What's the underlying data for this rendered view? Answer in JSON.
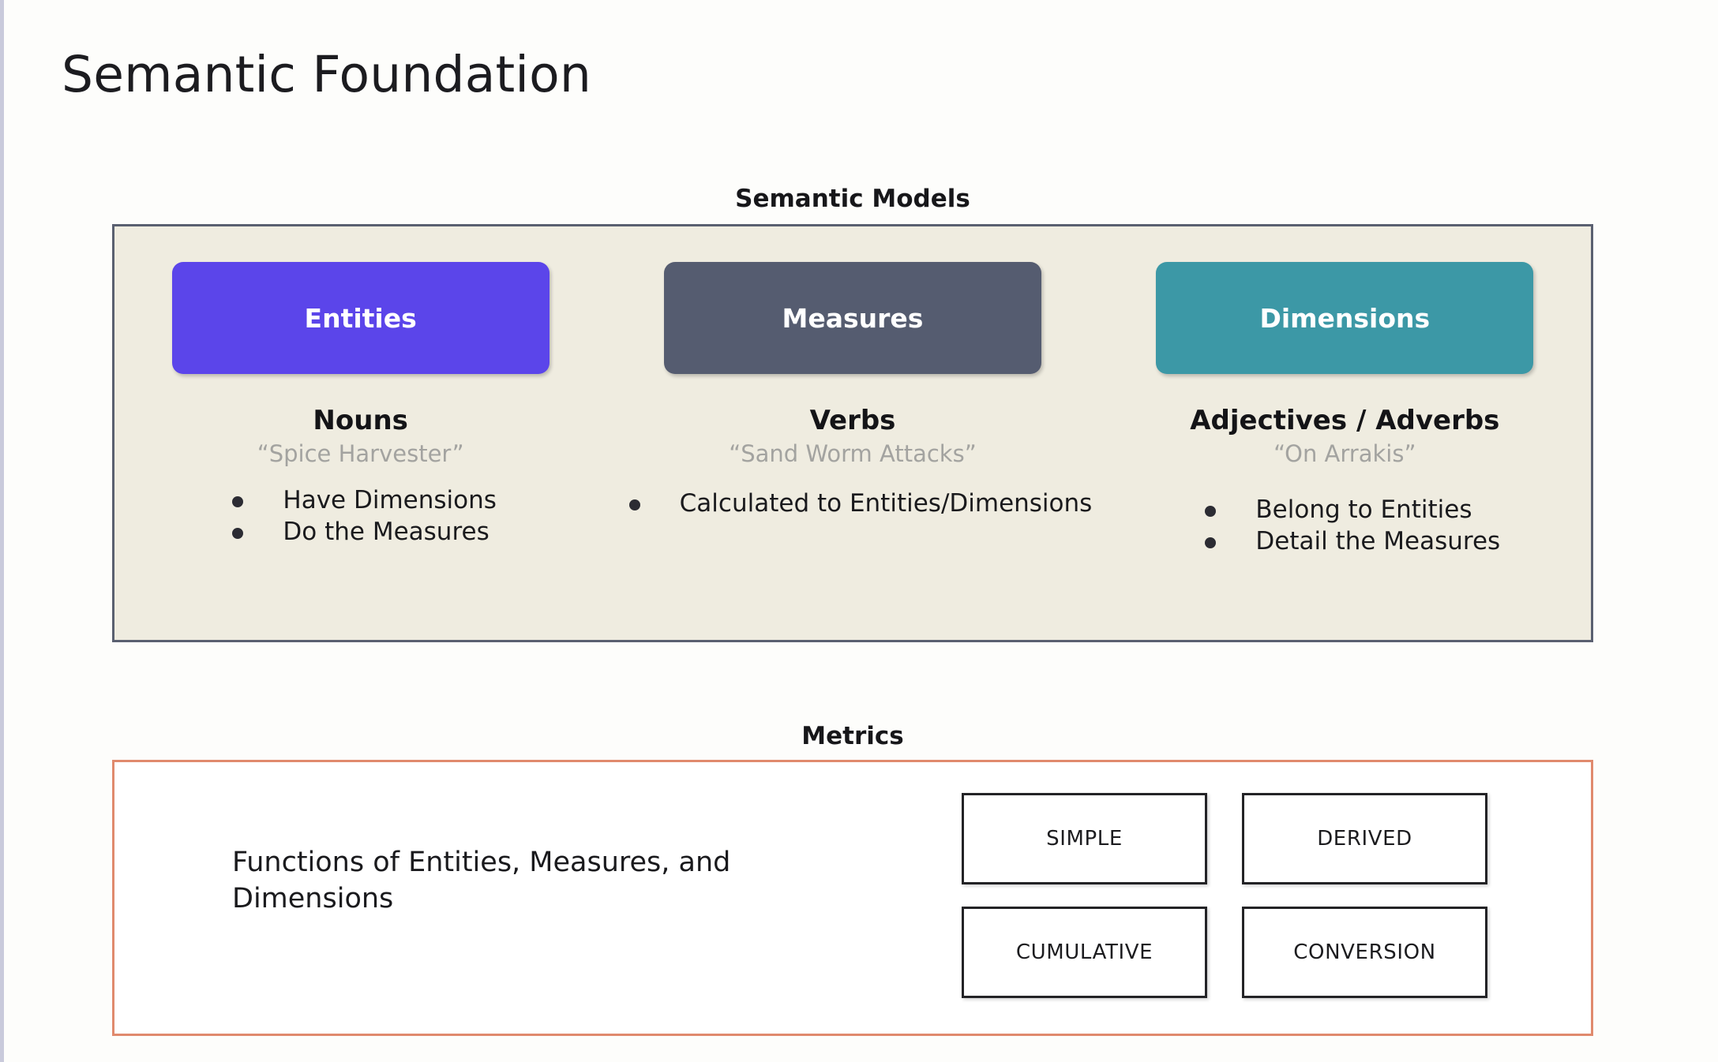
{
  "page": {
    "title": "Semantic Foundation",
    "background_color": "#fdfdfb"
  },
  "semantic_models": {
    "heading": "Semantic Models",
    "panel_background_color": "#efece0",
    "panel_border_color": "#5a6070",
    "columns": [
      {
        "pill_label": "Entities",
        "pill_color": "#5b45ea",
        "part_of_speech": "Nouns",
        "example": "“Spice Harvester”",
        "bullets": [
          "Have Dimensions",
          "Do the Measures"
        ]
      },
      {
        "pill_label": "Measures",
        "pill_color": "#555c70",
        "part_of_speech": "Verbs",
        "example": "“Sand Worm Attacks”",
        "bullets": [
          "Calculated to Entities/Dimensions"
        ]
      },
      {
        "pill_label": "Dimensions",
        "pill_color": "#3c98a6",
        "part_of_speech": "Adjectives / Adverbs",
        "example": "“On Arrakis”",
        "bullets": [
          "Belong to Entities",
          "Detail the Measures"
        ]
      }
    ]
  },
  "metrics": {
    "heading": "Metrics",
    "panel_border_color": "#e08a6d",
    "description": "Functions of Entities, Measures, and Dimensions",
    "types": [
      "SIMPLE",
      "DERIVED",
      "CUMULATIVE",
      "CONVERSION"
    ]
  }
}
